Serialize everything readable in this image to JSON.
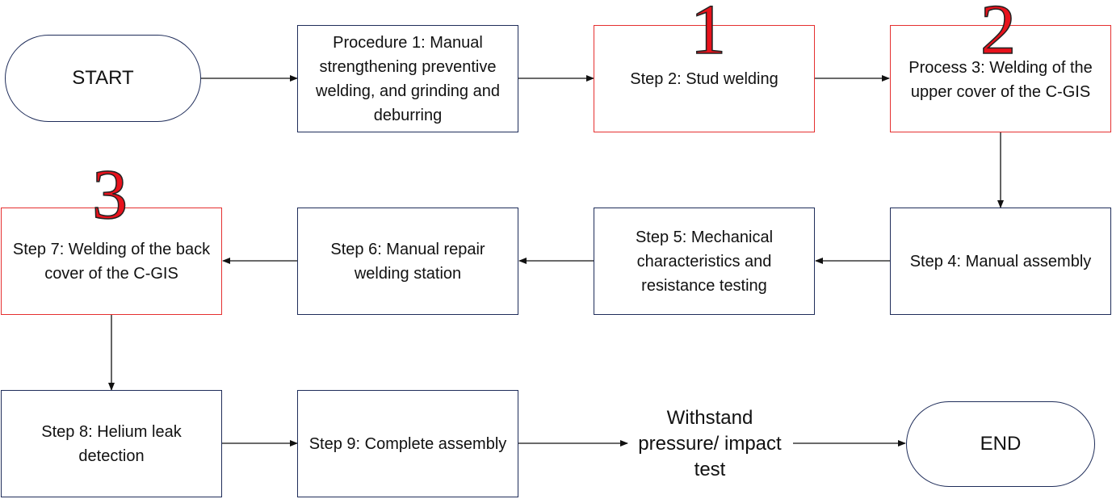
{
  "nodes": {
    "start": "START",
    "step1": "Procedure 1: Manual strengthening preventive welding, and grinding and deburring",
    "step2": "Step 2: Stud welding",
    "step3": "Process 3: Welding of the upper cover of the C-GIS",
    "step4": "Step 4: Manual assembly",
    "step5": "Step 5: Mechanical characteristics and resistance testing",
    "step6": "Step 6: Manual repair welding station",
    "step7": "Step 7: Welding of the back cover of the C-GIS",
    "step8": "Step 8: Helium leak detection",
    "step9": "Step 9: Complete assembly",
    "step10": "Withstand pressure/ impact test",
    "end": "END"
  },
  "markers": {
    "m1": "1",
    "m2": "2",
    "m3": "3"
  },
  "colors": {
    "box_border": "#1f2d5a",
    "highlight_border": "#e53030",
    "marker_fill": "#e8121c",
    "arrow": "#111111"
  },
  "edges": [
    {
      "from": "start",
      "to": "step1"
    },
    {
      "from": "step1",
      "to": "step2"
    },
    {
      "from": "step2",
      "to": "step3"
    },
    {
      "from": "step3",
      "to": "step4"
    },
    {
      "from": "step4",
      "to": "step5"
    },
    {
      "from": "step5",
      "to": "step6"
    },
    {
      "from": "step6",
      "to": "step7"
    },
    {
      "from": "step7",
      "to": "step8"
    },
    {
      "from": "step8",
      "to": "step9"
    },
    {
      "from": "step9",
      "to": "step10"
    },
    {
      "from": "step10",
      "to": "end"
    }
  ]
}
